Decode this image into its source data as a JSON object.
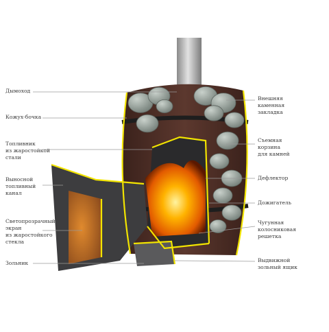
{
  "colors": {
    "background": "#ffffff",
    "outline": "#f2e400",
    "wood": "#4e2f27",
    "metal": "#3d3d3f",
    "fire": "#ff9a00",
    "stone": "#8e9992",
    "leader": "#9a9a9a"
  },
  "labels_left": [
    {
      "id": "chimney",
      "text": "Дымоход"
    },
    {
      "id": "casing",
      "text": "Кожух-бочка"
    },
    {
      "id": "firebox",
      "text": "Топливник\nиз жаростойкой\nстали"
    },
    {
      "id": "fuel_channel",
      "text": "Выносной\nтопливный\nканал"
    },
    {
      "id": "glass_screen",
      "text": "Светопрозрачный\nэкран\nиз жаростойкого\nстекла"
    },
    {
      "id": "ash_pit",
      "text": "Зольник"
    }
  ],
  "labels_right": [
    {
      "id": "stone_load",
      "text": "Внешняя\nкаменная\nзакладка"
    },
    {
      "id": "stone_basket",
      "text": "Съемная\nкорзина\nдля камней"
    },
    {
      "id": "deflector",
      "text": "Дефлектор"
    },
    {
      "id": "afterburner",
      "text": "Дожигатель"
    },
    {
      "id": "grate",
      "text": "Чугунная\nколосниковая\nрешетка"
    },
    {
      "id": "ash_drawer",
      "text": "Выдвижной\nзольный ящик"
    }
  ]
}
